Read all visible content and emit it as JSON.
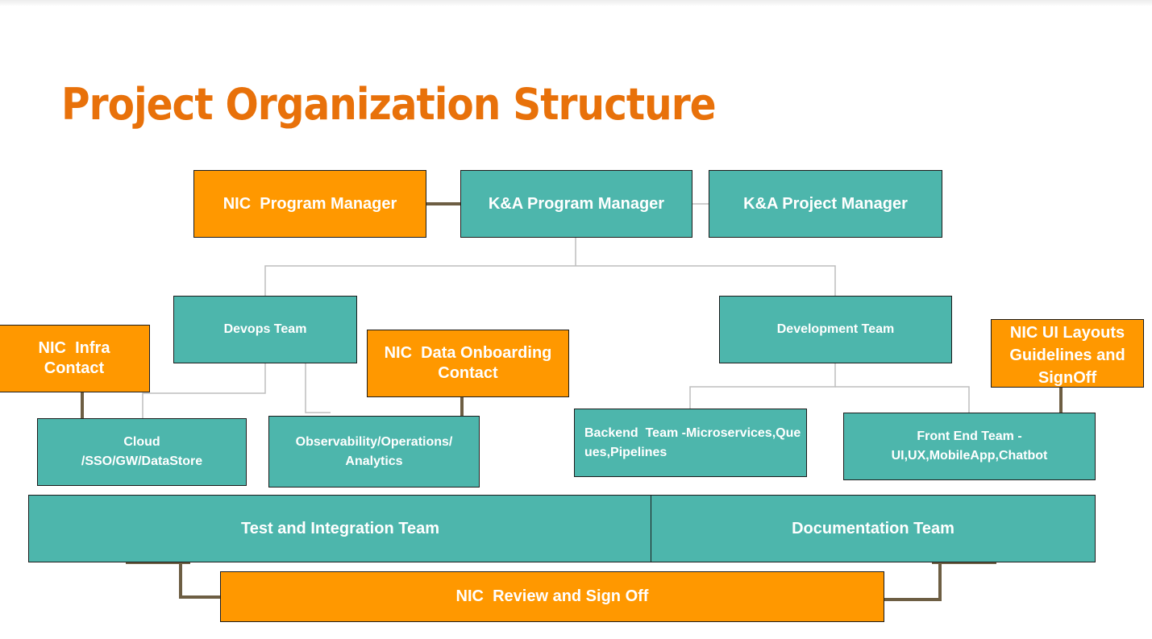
{
  "title": "Project Organization Structure",
  "nodes": {
    "nic_program_manager": "NIC  Program Manager",
    "ka_program_manager": "K&A Program Manager",
    "ka_project_manager": "K&A Project Manager",
    "devops_team": "Devops Team",
    "development_team": "Development Team",
    "nic_infra_contact": "NIC  Infra Contact",
    "nic_data_onboarding_contact": "NIC  Data Onboarding Contact",
    "nic_ui_layouts": "NIC UI Layouts Guidelines and SignOff",
    "cloud": "Cloud /SSO/GW/DataStore",
    "observability": "Observability/Operations/ Analytics",
    "backend_team": "Backend  Team -Microservices,Queues,Pipelines",
    "frontend_team": "Front End Team -UI,UX,MobileApp,Chatbot",
    "test_integration_team": "Test and Integration Team",
    "documentation_team": "Documentation Team",
    "nic_review_signoff": "NIC  Review and Sign Off"
  },
  "colors": {
    "title": "#e8710a",
    "teal_box": "#4db6ac",
    "orange_box": "#ff9800",
    "connector_light": "#bdbdbd",
    "connector_dark": "#6d5e43"
  }
}
